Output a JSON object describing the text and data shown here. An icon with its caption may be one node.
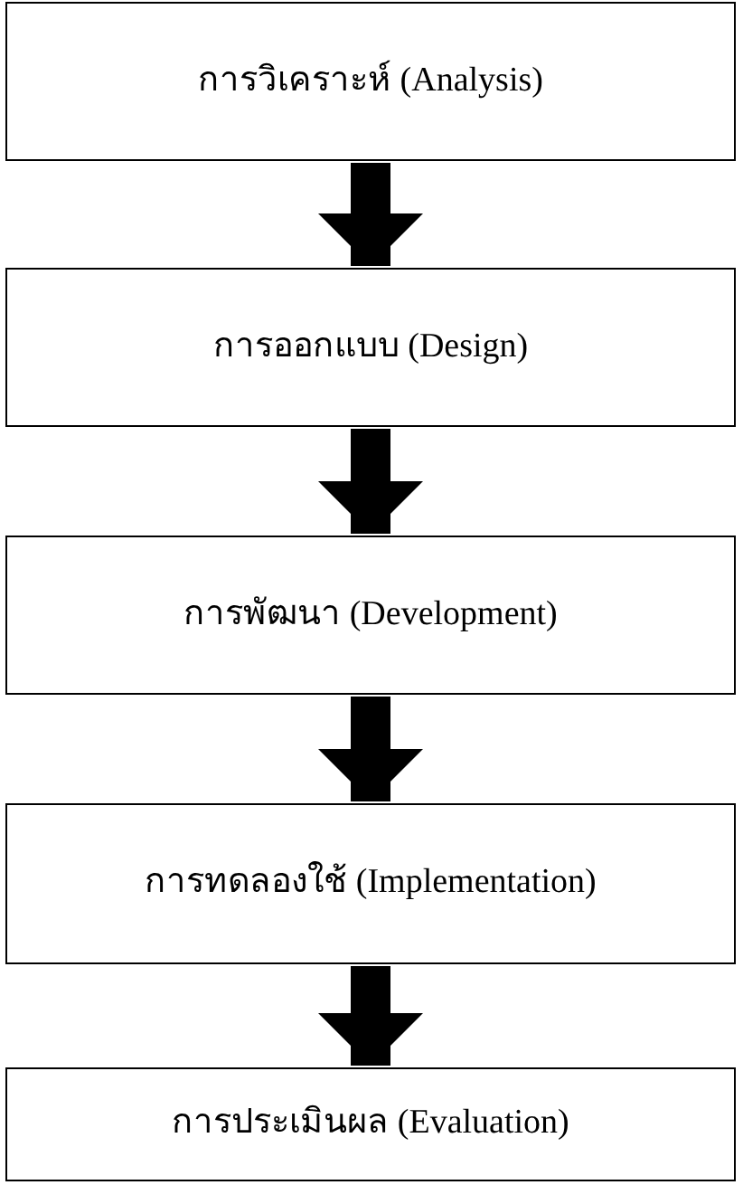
{
  "diagram": {
    "nodes": [
      {
        "text": [
          "การวิเคราะห์ (Analysis)"
        ]
      },
      {
        "text": [
          "การออกแบบ (Design)"
        ]
      },
      {
        "text": [
          "การพัฒนา (Development)"
        ]
      },
      {
        "text": [
          "การทดลองใช้ (Implementation)"
        ]
      },
      {
        "text": [
          "การประเมินผล (Evaluation)"
        ]
      }
    ],
    "edges": [
      {
        "from": 0,
        "to": 1,
        "arrow": "to"
      },
      {
        "from": 1,
        "to": 2,
        "arrow": "to"
      },
      {
        "from": 2,
        "to": 3,
        "arrow": "to"
      },
      {
        "from": 3,
        "to": 4,
        "arrow": "to"
      }
    ]
  }
}
